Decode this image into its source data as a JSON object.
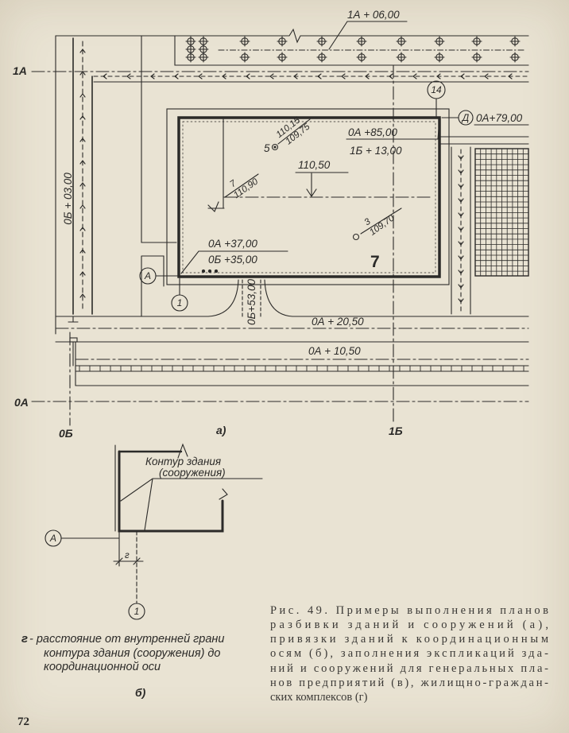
{
  "plan": {
    "label": "а)",
    "axes": {
      "row_1a": "1А",
      "row_0a": "0А",
      "col_0b": "0Б",
      "col_1b": "1Б"
    },
    "coords": {
      "top": "1А + 06,00",
      "left_road": "0Б + 03,00",
      "driveway": "0А+79,00",
      "ne_corner_a": "0А +85,00",
      "ne_corner_b": "1Б + 13,00",
      "sw_corner_a": "0А +37,00",
      "sw_corner_b": "0Б +35,00",
      "entrance": "0Б+53,00",
      "road_north": "0А + 20,50",
      "road_south": "0А + 10,50"
    },
    "elevations": {
      "floor": "110,50",
      "point_5": {
        "number": "5",
        "upper": "110,15",
        "lower": "109,75"
      },
      "point_7": {
        "number": "7",
        "value": "110,90"
      },
      "point_3": {
        "number": "3",
        "value": "109,70"
      }
    },
    "building_number": "7",
    "markers": {
      "axis_a": "А",
      "axis_1": "1",
      "axis_d": "Д",
      "axis_14": "14"
    }
  },
  "binding": {
    "label": "б)",
    "contour_label": [
      "Контур здания",
      "(сооружения)"
    ],
    "dimension": "г",
    "markers": {
      "axis_a": "А",
      "axis_1": "1"
    },
    "note": {
      "symbol": "г",
      "lines": [
        "- расстояние от внутренней грани",
        "контура здания (сооружения) до",
        "координационной оси"
      ]
    }
  },
  "caption": {
    "lines": [
      "Рис. 49. Примеры выполнения планов",
      "разбивки зданий и сооружений (а),",
      "привязки зданий к координационным",
      "осям (б), заполнения экспликаций зда-",
      "ний и сооружений для генеральных пла-",
      "нов предприятий (в), жилищно-граждан-",
      "ских комплексов (г)"
    ]
  },
  "page_number": "72",
  "colors": {
    "paper": "#e9e3d3",
    "ink": "#2b2a28"
  }
}
